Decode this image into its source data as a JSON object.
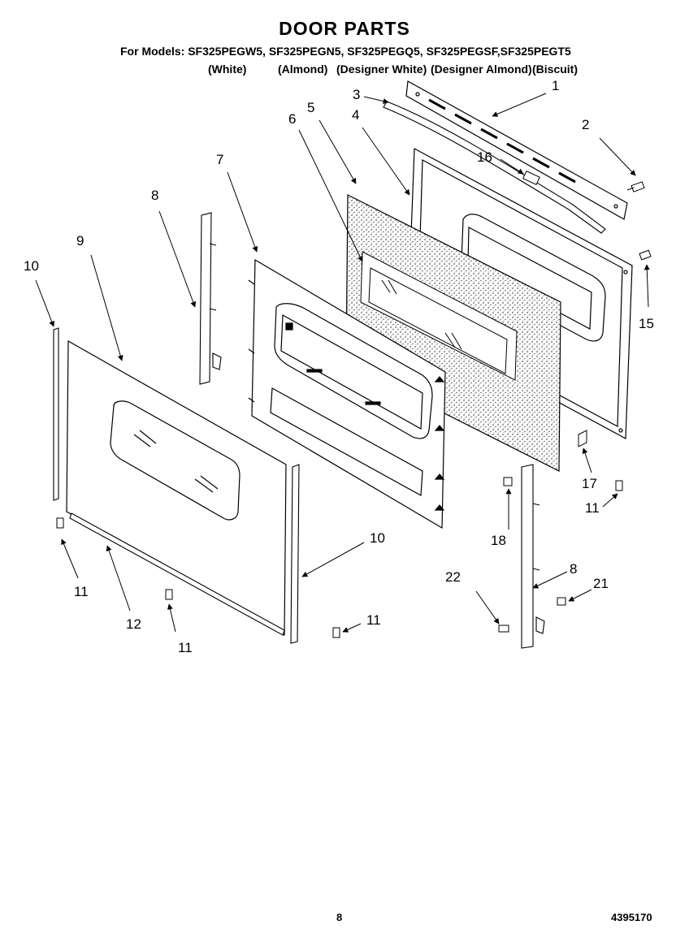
{
  "title": "DOOR PARTS",
  "models_line": "For Models: SF325PEGW5, SF325PEGN5, SF325PEGQ5, SF325PEGSF,SF325PEGT5",
  "color_labels": [
    "(White)",
    "(Almond)",
    "(Designer White)",
    "(Designer Almond)",
    "(Biscuit)"
  ],
  "callouts": [
    "1",
    "2",
    "3",
    "4",
    "5",
    "6",
    "7",
    "8",
    "9",
    "10",
    "11",
    "12",
    "15",
    "16",
    "17",
    "18",
    "21",
    "22"
  ],
  "footer": {
    "page_number": "8",
    "part_number": "4395170"
  }
}
